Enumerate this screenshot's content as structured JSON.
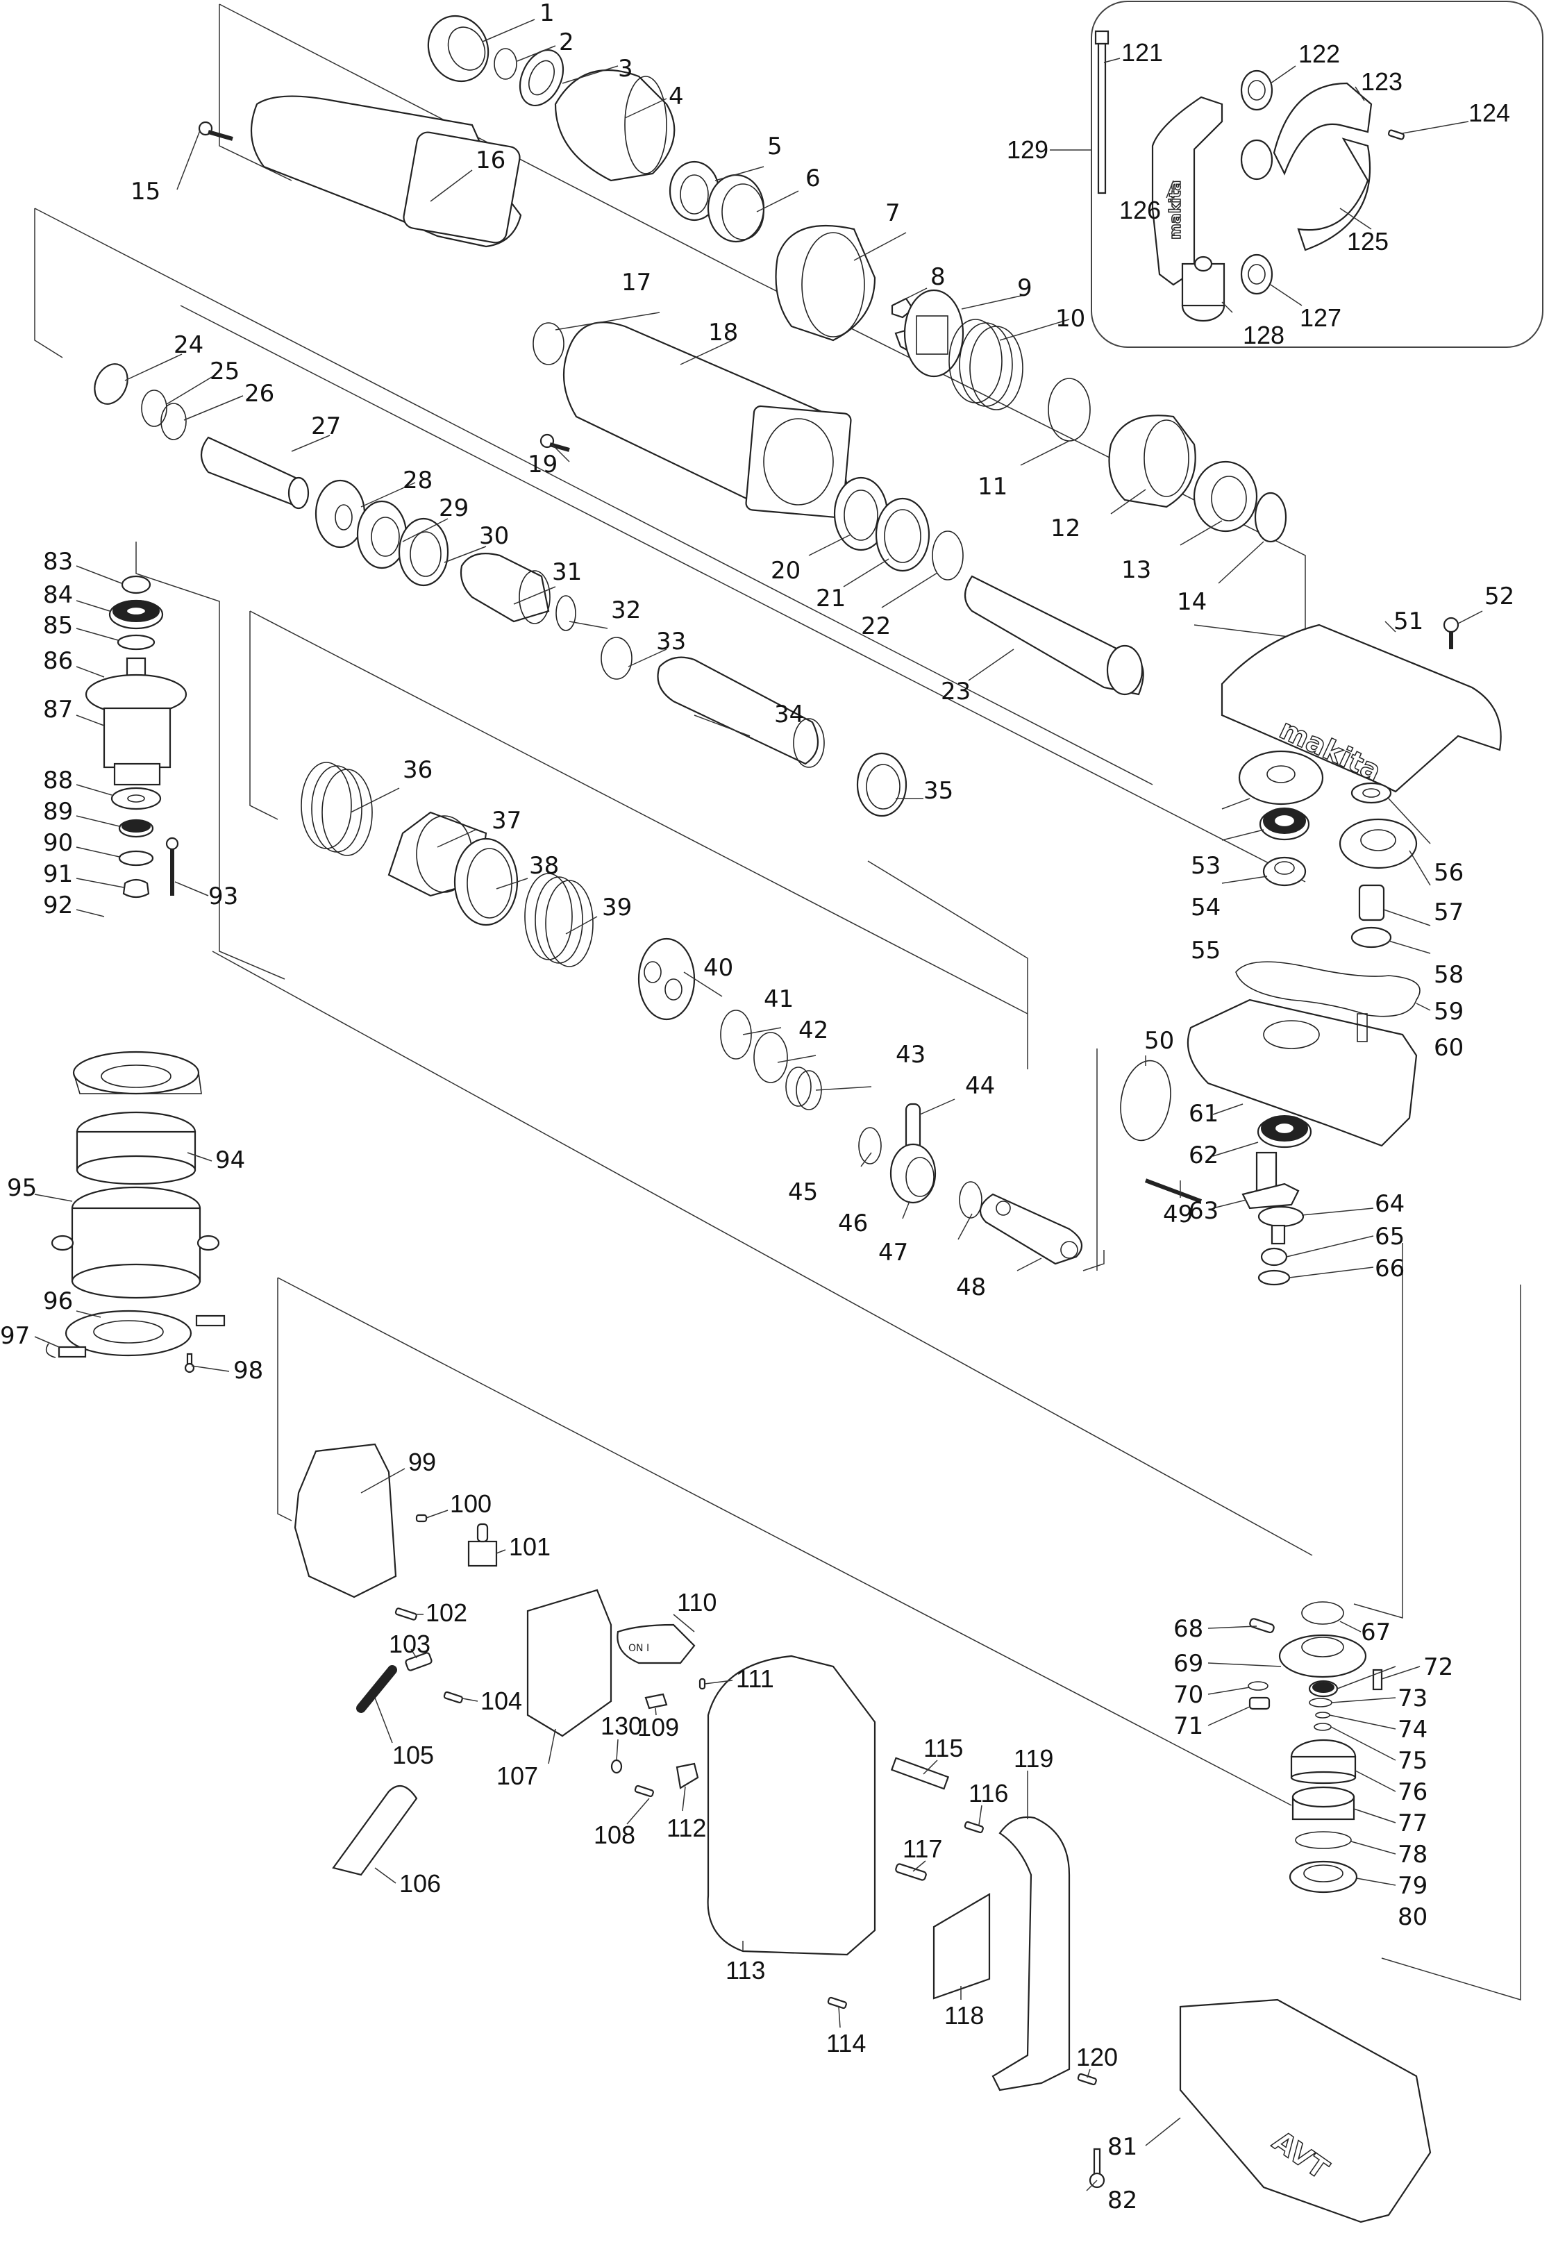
{
  "diagram": {
    "type": "exploded-parts-diagram",
    "brand_marks": {
      "cover_logo": "makita",
      "handle_logo": "makita",
      "base_mark": "AVT",
      "switch_marking": "ON I"
    },
    "inset_group_label": "129",
    "parts": [
      {
        "n": "1"
      },
      {
        "n": "2"
      },
      {
        "n": "3"
      },
      {
        "n": "4"
      },
      {
        "n": "5"
      },
      {
        "n": "6"
      },
      {
        "n": "7"
      },
      {
        "n": "8"
      },
      {
        "n": "9"
      },
      {
        "n": "10"
      },
      {
        "n": "11"
      },
      {
        "n": "12"
      },
      {
        "n": "13"
      },
      {
        "n": "14"
      },
      {
        "n": "15"
      },
      {
        "n": "16"
      },
      {
        "n": "17"
      },
      {
        "n": "18"
      },
      {
        "n": "19"
      },
      {
        "n": "20"
      },
      {
        "n": "21"
      },
      {
        "n": "22"
      },
      {
        "n": "23"
      },
      {
        "n": "24"
      },
      {
        "n": "25"
      },
      {
        "n": "26"
      },
      {
        "n": "27"
      },
      {
        "n": "28"
      },
      {
        "n": "29"
      },
      {
        "n": "30"
      },
      {
        "n": "31"
      },
      {
        "n": "32"
      },
      {
        "n": "33"
      },
      {
        "n": "34"
      },
      {
        "n": "35"
      },
      {
        "n": "36"
      },
      {
        "n": "37"
      },
      {
        "n": "38"
      },
      {
        "n": "39"
      },
      {
        "n": "40"
      },
      {
        "n": "41"
      },
      {
        "n": "42"
      },
      {
        "n": "43"
      },
      {
        "n": "44"
      },
      {
        "n": "45"
      },
      {
        "n": "46"
      },
      {
        "n": "47"
      },
      {
        "n": "48"
      },
      {
        "n": "49"
      },
      {
        "n": "50"
      },
      {
        "n": "51"
      },
      {
        "n": "52"
      },
      {
        "n": "53"
      },
      {
        "n": "54"
      },
      {
        "n": "55"
      },
      {
        "n": "56"
      },
      {
        "n": "57"
      },
      {
        "n": "58"
      },
      {
        "n": "59"
      },
      {
        "n": "60"
      },
      {
        "n": "61"
      },
      {
        "n": "62"
      },
      {
        "n": "63"
      },
      {
        "n": "64"
      },
      {
        "n": "65"
      },
      {
        "n": "66"
      },
      {
        "n": "67"
      },
      {
        "n": "68"
      },
      {
        "n": "69"
      },
      {
        "n": "70"
      },
      {
        "n": "71"
      },
      {
        "n": "72"
      },
      {
        "n": "73"
      },
      {
        "n": "74"
      },
      {
        "n": "75"
      },
      {
        "n": "76"
      },
      {
        "n": "77"
      },
      {
        "n": "78"
      },
      {
        "n": "79"
      },
      {
        "n": "80"
      },
      {
        "n": "81"
      },
      {
        "n": "82"
      },
      {
        "n": "83"
      },
      {
        "n": "84"
      },
      {
        "n": "85"
      },
      {
        "n": "86"
      },
      {
        "n": "87"
      },
      {
        "n": "88"
      },
      {
        "n": "89"
      },
      {
        "n": "90"
      },
      {
        "n": "91"
      },
      {
        "n": "92"
      },
      {
        "n": "93"
      },
      {
        "n": "94"
      },
      {
        "n": "95"
      },
      {
        "n": "96"
      },
      {
        "n": "97"
      },
      {
        "n": "98"
      },
      {
        "n": "99"
      },
      {
        "n": "100"
      },
      {
        "n": "101"
      },
      {
        "n": "102"
      },
      {
        "n": "103"
      },
      {
        "n": "104"
      },
      {
        "n": "105"
      },
      {
        "n": "106"
      },
      {
        "n": "107"
      },
      {
        "n": "108"
      },
      {
        "n": "109"
      },
      {
        "n": "110"
      },
      {
        "n": "111"
      },
      {
        "n": "112"
      },
      {
        "n": "113"
      },
      {
        "n": "114"
      },
      {
        "n": "115"
      },
      {
        "n": "116"
      },
      {
        "n": "117"
      },
      {
        "n": "118"
      },
      {
        "n": "119"
      },
      {
        "n": "120"
      },
      {
        "n": "121"
      },
      {
        "n": "122"
      },
      {
        "n": "123"
      },
      {
        "n": "124"
      },
      {
        "n": "125"
      },
      {
        "n": "126"
      },
      {
        "n": "127"
      },
      {
        "n": "128"
      },
      {
        "n": "130"
      }
    ]
  }
}
